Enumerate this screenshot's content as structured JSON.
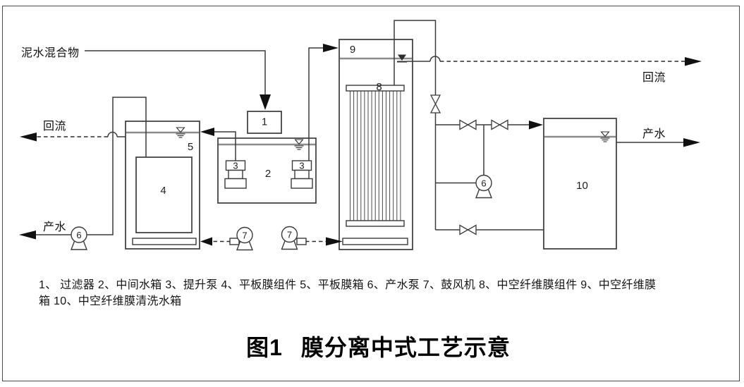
{
  "diagram": {
    "labels": {
      "feed": "泥水混合物",
      "reflux_left": "回流",
      "reflux_right": "回流",
      "product_left": "产水",
      "product_right": "产水"
    },
    "numbers": {
      "n1": "1",
      "n2": "2",
      "n3": "3",
      "n4": "4",
      "n5": "5",
      "n6": "6",
      "n7": "7",
      "n8": "8",
      "n9": "9",
      "n10": "10"
    },
    "colors": {
      "line": "#3a3a3a",
      "water_line": "#8c8c8c",
      "text": "#1d1d1d",
      "background": "#ffffff"
    }
  },
  "caption": {
    "line1": "1、 过滤器 2、中间水箱 3、提升泵 4、平板膜组件 5、平板膜箱 6、产水泵 7、鼓风机 8、中空纤维膜组件 9、中空纤维膜",
    "line2": "箱 10、中空纤维膜清洗水箱"
  },
  "title": {
    "figure_no": "图1",
    "text": "膜分离中式工艺示意"
  }
}
